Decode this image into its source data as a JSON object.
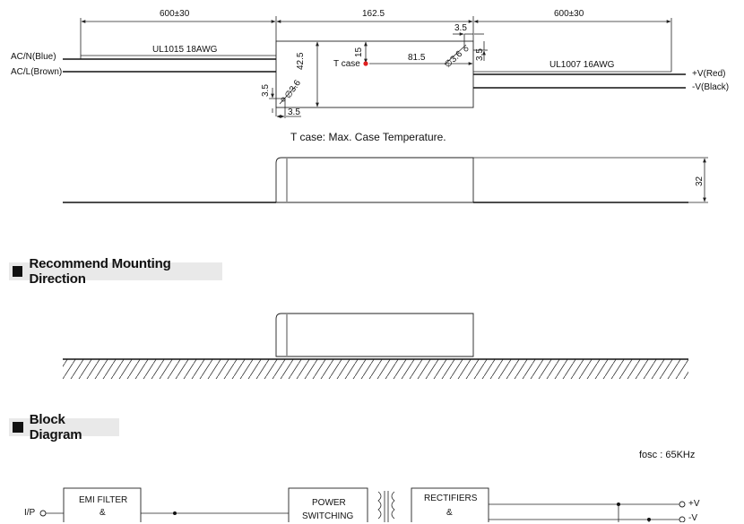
{
  "top_view": {
    "dim_left_wire": "600±30",
    "dim_case_length": "162.5",
    "dim_right_wire": "600±30",
    "input_wire_type": "UL1015 18AWG",
    "output_wire_type": "UL1007 16AWG",
    "ac_n_label": "AC/N(Blue)",
    "ac_l_label": "AC/L(Brown)",
    "out_pos_label": "+V(Red)",
    "out_neg_label": "-V(Black)",
    "dim_width": "42.5",
    "dim_tcase_y": "15",
    "tcase_label": "T case",
    "dim_tcase_x": "81.5",
    "dim_hole_top_right_x": "3.5",
    "dim_hole_top_right_y": "3.5",
    "dim_hole_bottom_left_x": "3.5",
    "dim_hole_bottom_left_y": "3.5",
    "dim_hole_dia_left": "∅3.6",
    "dim_hole_dia_right": "∅3.6",
    "tcase_note": "T case: Max. Case Temperature.",
    "tcase_color": "#e02020"
  },
  "side_view": {
    "dim_height": "32"
  },
  "mounting": {
    "heading": "Recommend Mounting Direction"
  },
  "block_diagram": {
    "heading": "Block Diagram",
    "fosc": "fosc : 65KHz",
    "input_label": "I/P",
    "emi_filter": [
      "EMI FILTER",
      "&"
    ],
    "power_switching": [
      "POWER",
      "SWITCHING"
    ],
    "rectifiers": [
      "RECTIFIERS",
      "&"
    ],
    "out_pos": "+V",
    "out_neg": "-V"
  }
}
